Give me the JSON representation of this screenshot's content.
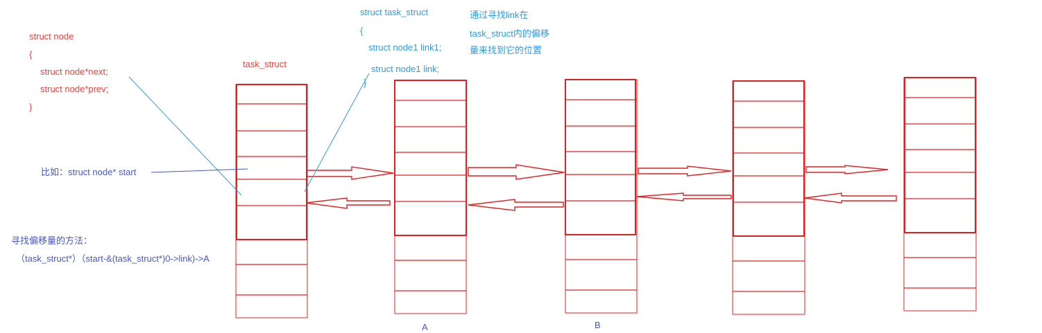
{
  "node_code": {
    "lines": [
      "struct node",
      "{",
      "struct node*next;",
      "struct node*prev;",
      "}"
    ],
    "color": "#e8423c"
  },
  "task_label": "task_struct",
  "task_code": {
    "lines": [
      "struct task_struct",
      "{",
      "struct node1 link1;",
      "struct node1 link;",
      "}"
    ],
    "color": "#2f9be0"
  },
  "note": {
    "lines": [
      "通过寻找link在",
      "task_struct内的偏移",
      "量来找到它的位置"
    ],
    "color": "#2f9be0"
  },
  "example": {
    "label": "比如：struct node* start",
    "color": "#4658c4"
  },
  "method": {
    "title": "寻找偏移量的方法：",
    "formula": "（task_struct*）（start-&(task_struct*)0->link)->A",
    "color": "#4658c4"
  },
  "box_labels": {
    "a": "A",
    "b": "B"
  },
  "colors": {
    "box": "#e02020",
    "arrow": "#e02020",
    "pointer": "#2f9be0",
    "example_line": "#4658c4"
  }
}
